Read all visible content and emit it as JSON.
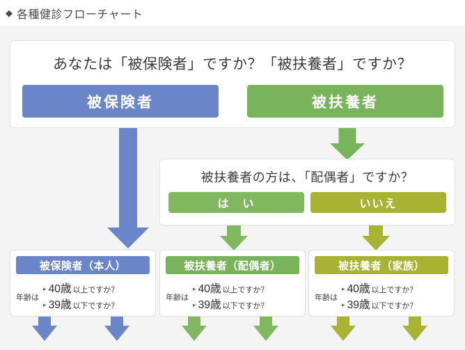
{
  "page": {
    "title": "各種健診フローチャート",
    "title_marker": "◆"
  },
  "colors": {
    "blue": "#6b85c9",
    "green": "#79b45c",
    "green_light": "#81b85f",
    "olive": "#a8b333",
    "canvas": "#f4f4f4",
    "panel": "#ffffff",
    "panel_border": "#e2e2e2",
    "text": "#3b3b3b"
  },
  "step1": {
    "question": "あなたは「被保険者」ですか？「被扶養者」ですか？",
    "options": [
      {
        "label": "被保険者",
        "color": "#6b85c9"
      },
      {
        "label": "被扶養者",
        "color": "#79b45c"
      }
    ]
  },
  "step2": {
    "question": "被扶養者の方は、「配偶者」ですか？",
    "options": [
      {
        "label": "は　い",
        "color": "#81b85f"
      },
      {
        "label": "いいえ",
        "color": "#a8b333"
      }
    ]
  },
  "results": [
    {
      "header": "被保険者（本人）",
      "color": "#6b85c9",
      "age_label": "年齢は",
      "age_options": [
        {
          "bullet": "▸",
          "number": "40歳",
          "tail": "以上ですか？"
        },
        {
          "bullet": "▸",
          "number": "39歳",
          "tail": "以下ですか？"
        }
      ]
    },
    {
      "header": "被扶養者（配偶者）",
      "color": "#79b45c",
      "age_label": "年齢は",
      "age_options": [
        {
          "bullet": "▸",
          "number": "40歳",
          "tail": "以上ですか？"
        },
        {
          "bullet": "▸",
          "number": "39歳",
          "tail": "以下ですか？"
        }
      ]
    },
    {
      "header": "被扶養者（家族）",
      "color": "#a8b333",
      "age_label": "年齢は",
      "age_options": [
        {
          "bullet": "▸",
          "number": "40歳",
          "tail": "以上ですか？"
        },
        {
          "bullet": "▸",
          "number": "39歳",
          "tail": "以下ですか？"
        }
      ]
    }
  ]
}
